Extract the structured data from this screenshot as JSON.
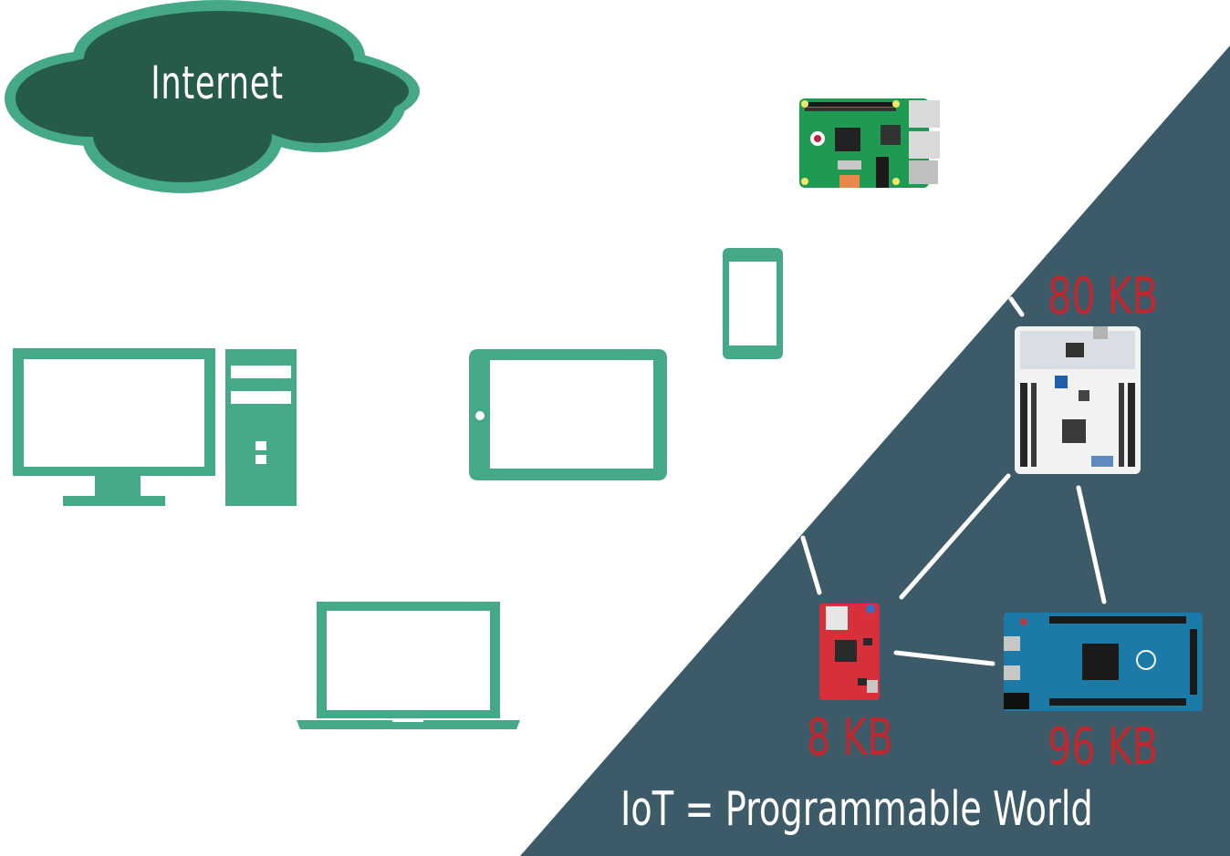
{
  "cloud": {
    "label": "Internet"
  },
  "memory": {
    "nucleo": "80 KB",
    "lopy": "8 KB",
    "due": "96 KB"
  },
  "footer": {
    "tagline": "IoT = Programmable World"
  },
  "colors": {
    "teal": "#45a886",
    "cloud_fill": "#265b49",
    "cloud_outline": "#45a886",
    "triangle": "#3d5a69",
    "memory_text": "#c0282f",
    "connection": "#ffffff"
  },
  "icons": [
    "desktop-computer-icon",
    "tablet-icon",
    "smartphone-icon",
    "laptop-icon",
    "raspberry-pi-board",
    "nucleo-board",
    "red-iot-board",
    "arduino-due-board"
  ]
}
